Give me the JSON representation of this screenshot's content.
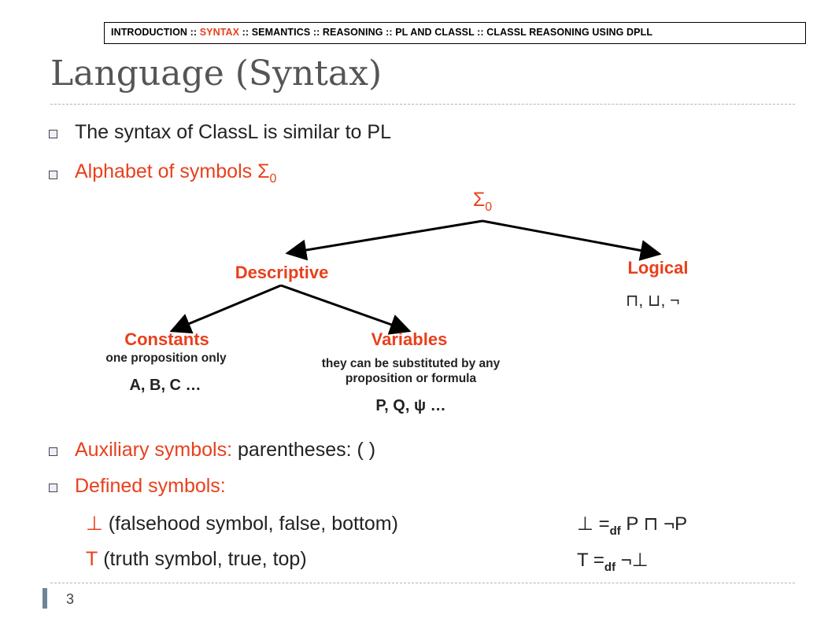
{
  "nav": {
    "prefix": "INTRODUCTION :: ",
    "active": "SYNTAX",
    "suffix": " :: SEMANTICS :: REASONING :: PL AND CLASSL :: CLASSL REASONING USING DPLL"
  },
  "title": "Language (Syntax)",
  "bullets": {
    "b1": "The syntax of ClassL is similar to PL",
    "b2": "Alphabet of symbols Σ",
    "b2_sub": "0",
    "b3_orange": "Auxiliary symbols:",
    "b3_rest": " parentheses: ( )",
    "b4": "Defined symbols:"
  },
  "tree": {
    "root": "Σ",
    "root_sub": "0",
    "descriptive": "Descriptive",
    "logical": "Logical",
    "logical_symbols": "⊓, ⊔, ¬",
    "constants": "Constants",
    "constants_note": "one proposition only",
    "constants_examples": "A, B, C …",
    "variables": "Variables",
    "variables_note_1": "they can be substituted by any",
    "variables_note_2": "proposition or formula",
    "variables_examples": "P, Q, ψ …"
  },
  "defined": {
    "bottom_symbol": "⊥",
    "bottom_desc": " (falsehood symbol, false, bottom)",
    "bottom_def_lhs": "⊥ =",
    "bottom_def_sub": "df",
    "bottom_def_rhs": " P ⊓ ¬P",
    "top_symbol": "T",
    "top_desc": " (truth symbol, true, top)",
    "top_def_lhs": "T =",
    "top_def_sub": "df",
    "top_def_rhs": " ¬⊥"
  },
  "page_number": "3"
}
